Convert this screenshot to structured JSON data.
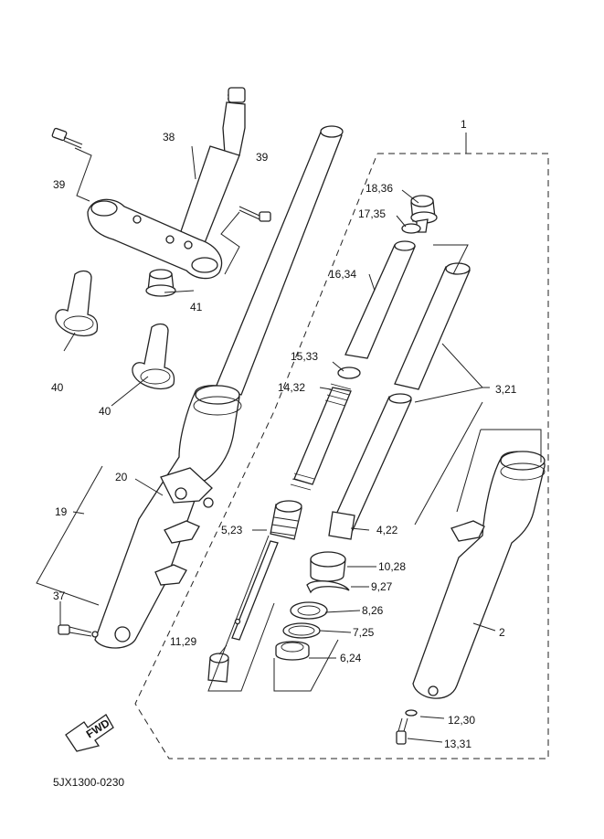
{
  "diagram": {
    "drawing_code": "5JX1300-0230",
    "fwd_label": "FWD",
    "callouts": {
      "c1": "1",
      "c2": "2",
      "c3_21": "3,21",
      "c4_22": "4,22",
      "c5_23": "5,23",
      "c6_24": "6,24",
      "c7_25": "7,25",
      "c8_26": "8,26",
      "c9_27": "9,27",
      "c10_28": "10,28",
      "c11_29": "11,29",
      "c12_30": "12,30",
      "c13_31": "13,31",
      "c14_32": "14,32",
      "c15_33": "15,33",
      "c16_34": "16,34",
      "c17_35": "17,35",
      "c18_36": "18,36",
      "c19": "19",
      "c20": "20",
      "c37": "37",
      "c38": "38",
      "c39a": "39",
      "c39b": "39",
      "c40a": "40",
      "c40b": "40",
      "c41": "41"
    }
  }
}
